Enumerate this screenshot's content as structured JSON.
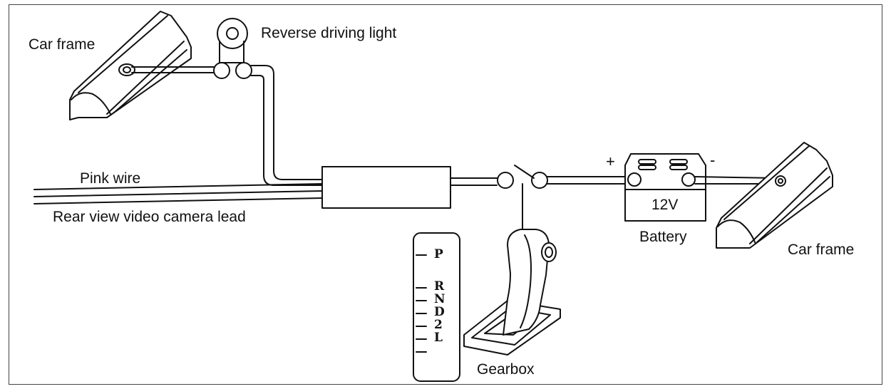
{
  "labels": {
    "car_frame_left": "Car frame",
    "reverse_light": "Reverse driving light",
    "pink_wire": "Pink wire",
    "camera_lead": "Rear view video camera lead",
    "battery": "Battery",
    "voltage": "12V",
    "car_frame_right": "Car frame",
    "gearbox": "Gearbox",
    "plus": "+",
    "minus": "-"
  },
  "gear_positions": [
    "P",
    "R",
    "N",
    "D",
    "2",
    "L"
  ]
}
